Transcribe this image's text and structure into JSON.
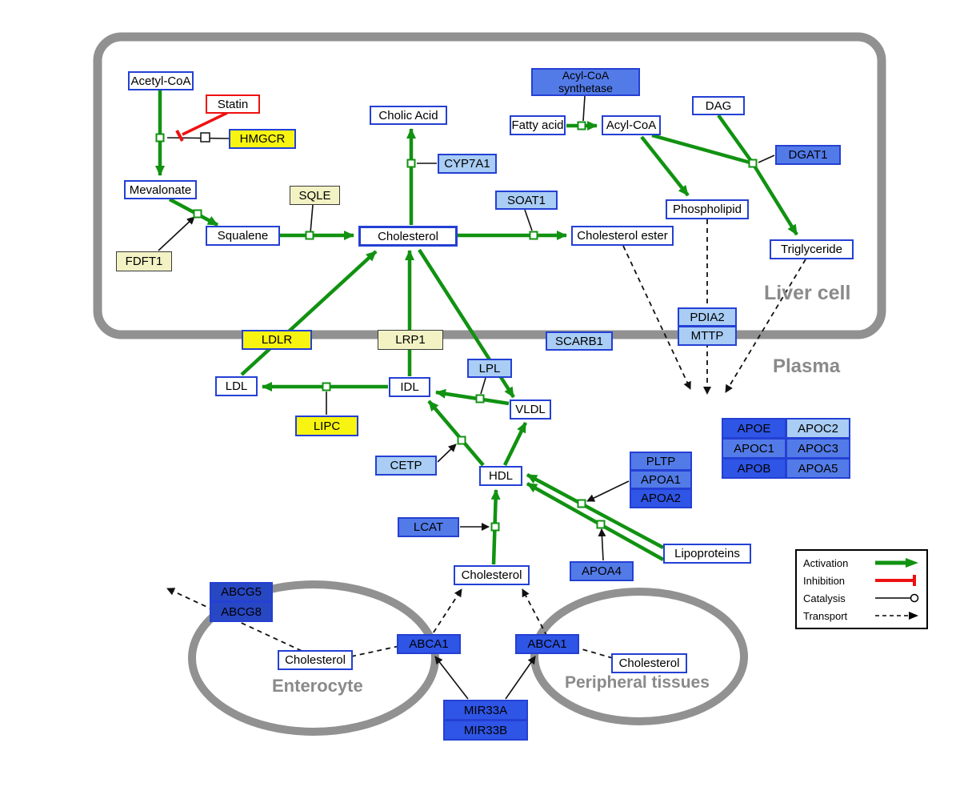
{
  "compartments": {
    "liver": "Liver cell",
    "plasma": "Plasma",
    "enterocyte": "Enterocyte",
    "peripheral": "Peripheral tissues"
  },
  "legend": {
    "activation": "Activation",
    "inhibition": "Inhibition",
    "catalysis": "Catalysis",
    "transport": "Transport"
  },
  "nodes": {
    "acetyl_coa": "Acetyl-CoA",
    "statin": "Statin",
    "hmgcr": "HMGCR",
    "mevalonate": "Mevalonate",
    "sqle": "SQLE",
    "fdft1": "FDFT1",
    "squalene": "Squalene",
    "cholesterol_liver": "Cholesterol",
    "cholic_acid": "Cholic Acid",
    "cyp7a1": "CYP7A1",
    "soat1": "SOAT1",
    "cholesterol_ester": "Cholesterol ester",
    "acyl_coa_synthetase": "Acyl-CoA synthetase",
    "fatty_acid": "Fatty acid",
    "acyl_coa": "Acyl-CoA",
    "dag": "DAG",
    "dgat1": "DGAT1",
    "phospholipid": "Phospholipid",
    "triglyceride": "Triglyceride",
    "ldlr": "LDLR",
    "lrp1": "LRP1",
    "scarb1": "SCARB1",
    "pdia2": "PDIA2",
    "mttp": "MTTP",
    "ldl": "LDL",
    "idl": "IDL",
    "lpl": "LPL",
    "vldl": "VLDL",
    "lipc": "LIPC",
    "cetp": "CETP",
    "hdl": "HDL",
    "lcat": "LCAT",
    "pltp": "PLTP",
    "apoa1": "APOA1",
    "apoa2": "APOA2",
    "apoa4": "APOA4",
    "lipoproteins": "Lipoproteins",
    "apoe": "APOE",
    "apoc2": "APOC2",
    "apoc1": "APOC1",
    "apoc3": "APOC3",
    "apob": "APOB",
    "apoa5": "APOA5",
    "cholesterol_plasma": "Cholesterol",
    "abcg5": "ABCG5",
    "abcg8": "ABCG8",
    "cholesterol_enterocyte": "Cholesterol",
    "abca1_left": "ABCA1",
    "abca1_right": "ABCA1",
    "cholesterol_peripheral": "Cholesterol",
    "mir33a": "MIR33A",
    "mir33b": "MIR33B"
  },
  "colors": {
    "activation_green": "#119211",
    "inhibition_red": "#ee1111",
    "metabolite_border": "#2440d4",
    "gene_light_blue": "#a9cdf4",
    "gene_medium_blue": "#537be8",
    "gene_vivid_blue": "#2f55e6",
    "gene_dark_blue": "#2847c2",
    "gene_yellow": "#f8f411",
    "gene_pale_yellow": "#f2f2c4",
    "compartment_gray": "#919191"
  }
}
